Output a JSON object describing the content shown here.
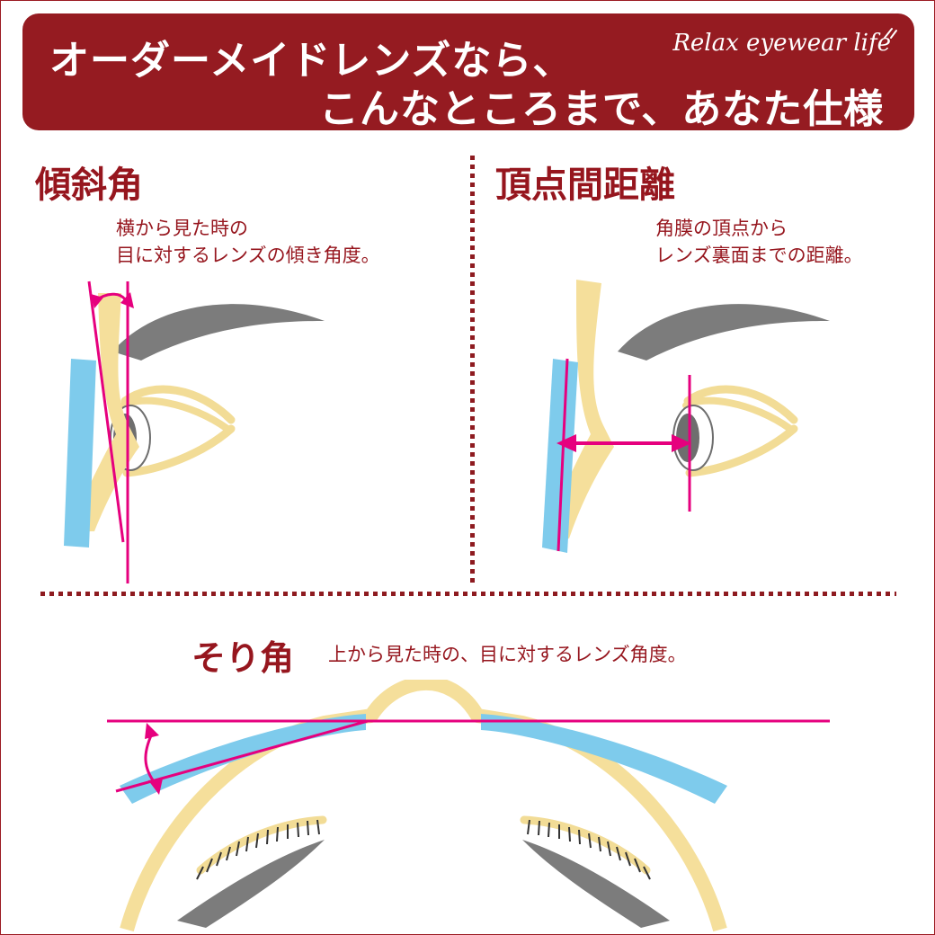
{
  "banner": {
    "line1": "オーダーメイドレンズなら、",
    "line2": "こんなところまで、あなた仕様",
    "brand": "Relax eyewear life",
    "bg_color": "#951B21",
    "text_color": "#ffffff"
  },
  "sections": [
    {
      "id": "tilt",
      "title": "傾斜角",
      "description_line1": "横から見た時の",
      "description_line2": "目に対するレンズの傾き角度。",
      "figure": "side-view-eye-with-tilted-lens"
    },
    {
      "id": "vertex",
      "title": "頂点間距離",
      "description_line1": "角膜の頂点から",
      "description_line2": "レンズ裏面までの距離。",
      "figure": "side-view-eye-with-vertex-distance-arrow"
    },
    {
      "id": "wrap",
      "title": "そり角",
      "description_line1": "上から見た時の、目に対するレンズ角度。",
      "description_line2": "",
      "figure": "top-view-face-with-wrapped-lenses"
    }
  ],
  "colors": {
    "dark_red": "#951B21",
    "heading_red": "#96161E",
    "magenta": "#E6007E",
    "lens_blue": "#7ECBEC",
    "skin_yellow": "#F5DF9B",
    "eyebrow_gray": "#7C7C7C",
    "iris_gray": "#6E6E6E",
    "background": "#ffffff"
  }
}
